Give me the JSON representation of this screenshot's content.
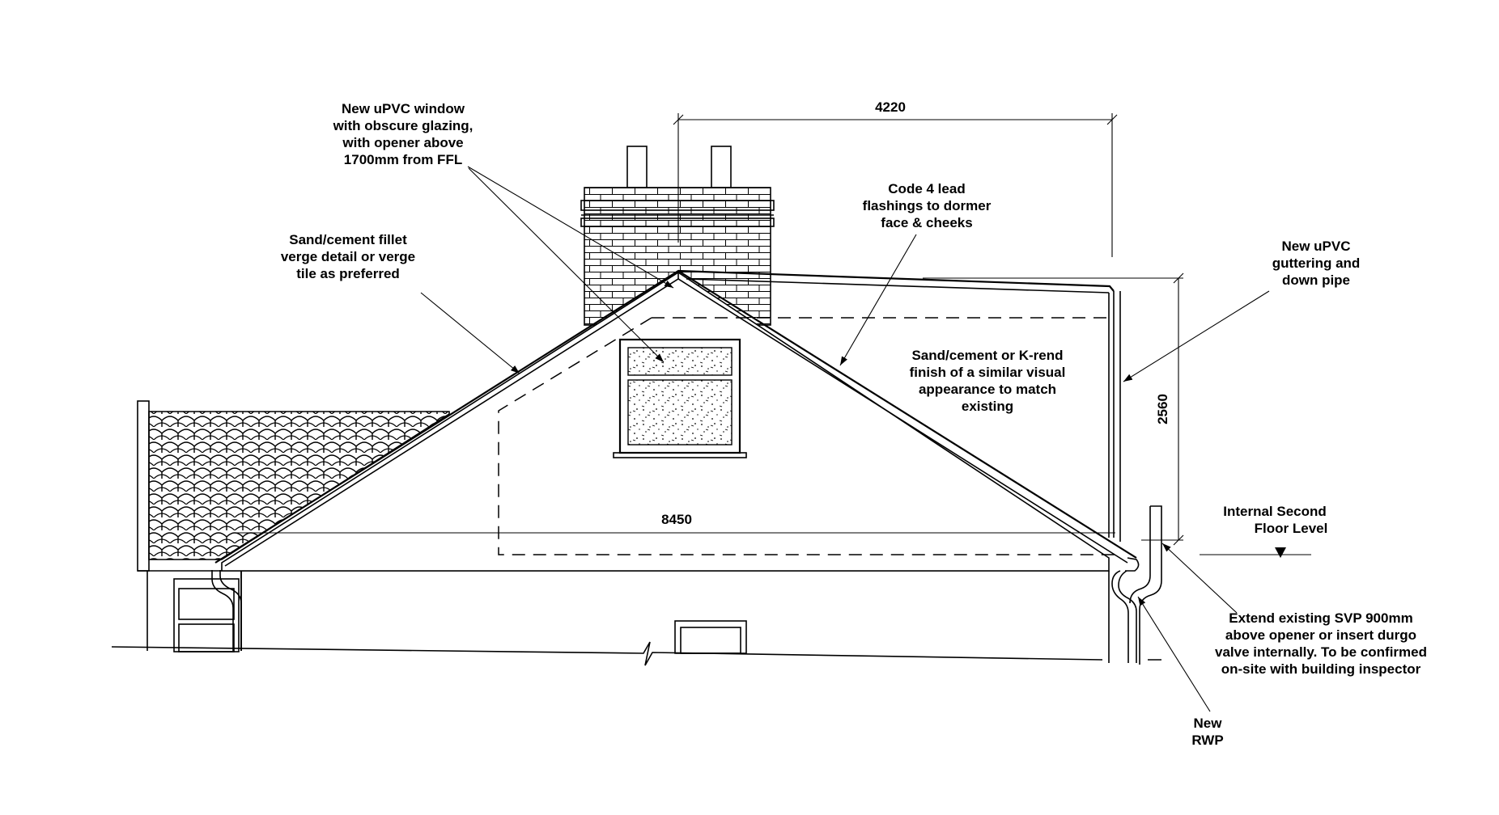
{
  "annotations": {
    "window": [
      "New uPVC window",
      "with obscure glazing,",
      "with opener above",
      "1700mm from FFL"
    ],
    "verge": [
      "Sand/cement fillet",
      "verge detail or verge",
      "tile as preferred"
    ],
    "lead": [
      "Code 4 lead",
      "flashings to dormer",
      "face & cheeks"
    ],
    "gutter": [
      "New uPVC",
      "guttering and",
      "down pipe"
    ],
    "render": [
      "Sand/cement or K-rend",
      "finish of a similar visual",
      "appearance to match",
      "existing"
    ],
    "floor_level": [
      "Internal Second",
      "Floor Level"
    ],
    "svp": [
      "Extend existing SVP 900mm",
      "above opener or insert durgo",
      "valve internally. To be confirmed",
      "on-site with building inspector"
    ],
    "rwp": [
      "New",
      "RWP"
    ]
  },
  "dimensions": {
    "dormer_width": "4220",
    "dormer_height": "2560",
    "gable_width": "8450"
  }
}
